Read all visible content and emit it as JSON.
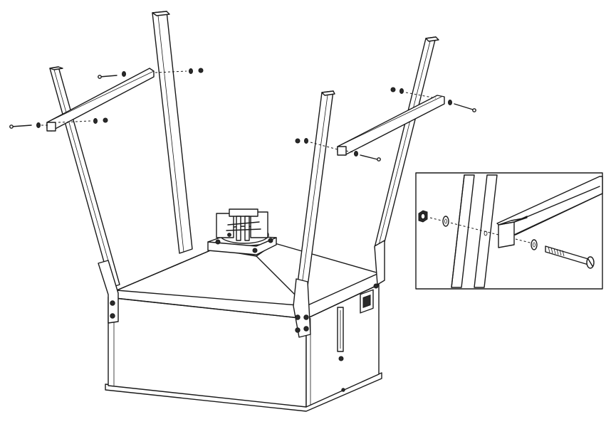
{
  "diagram": {
    "type": "assembly-instruction",
    "colors": {
      "line": "#1a1a1a",
      "background": "#ffffff",
      "hardware": "#2a2a2a"
    },
    "parts": [
      "base-housing",
      "top-cover",
      "drive-assembly",
      "leg",
      "cross-brace",
      "bolt",
      "washer",
      "nut",
      "end-cap",
      "control-panel"
    ],
    "leg_count": 4,
    "cross_brace_count": 2,
    "detail_inset": {
      "shows": [
        "nut",
        "washer",
        "leg",
        "cross-brace",
        "end-cap",
        "washer",
        "bolt"
      ]
    }
  }
}
